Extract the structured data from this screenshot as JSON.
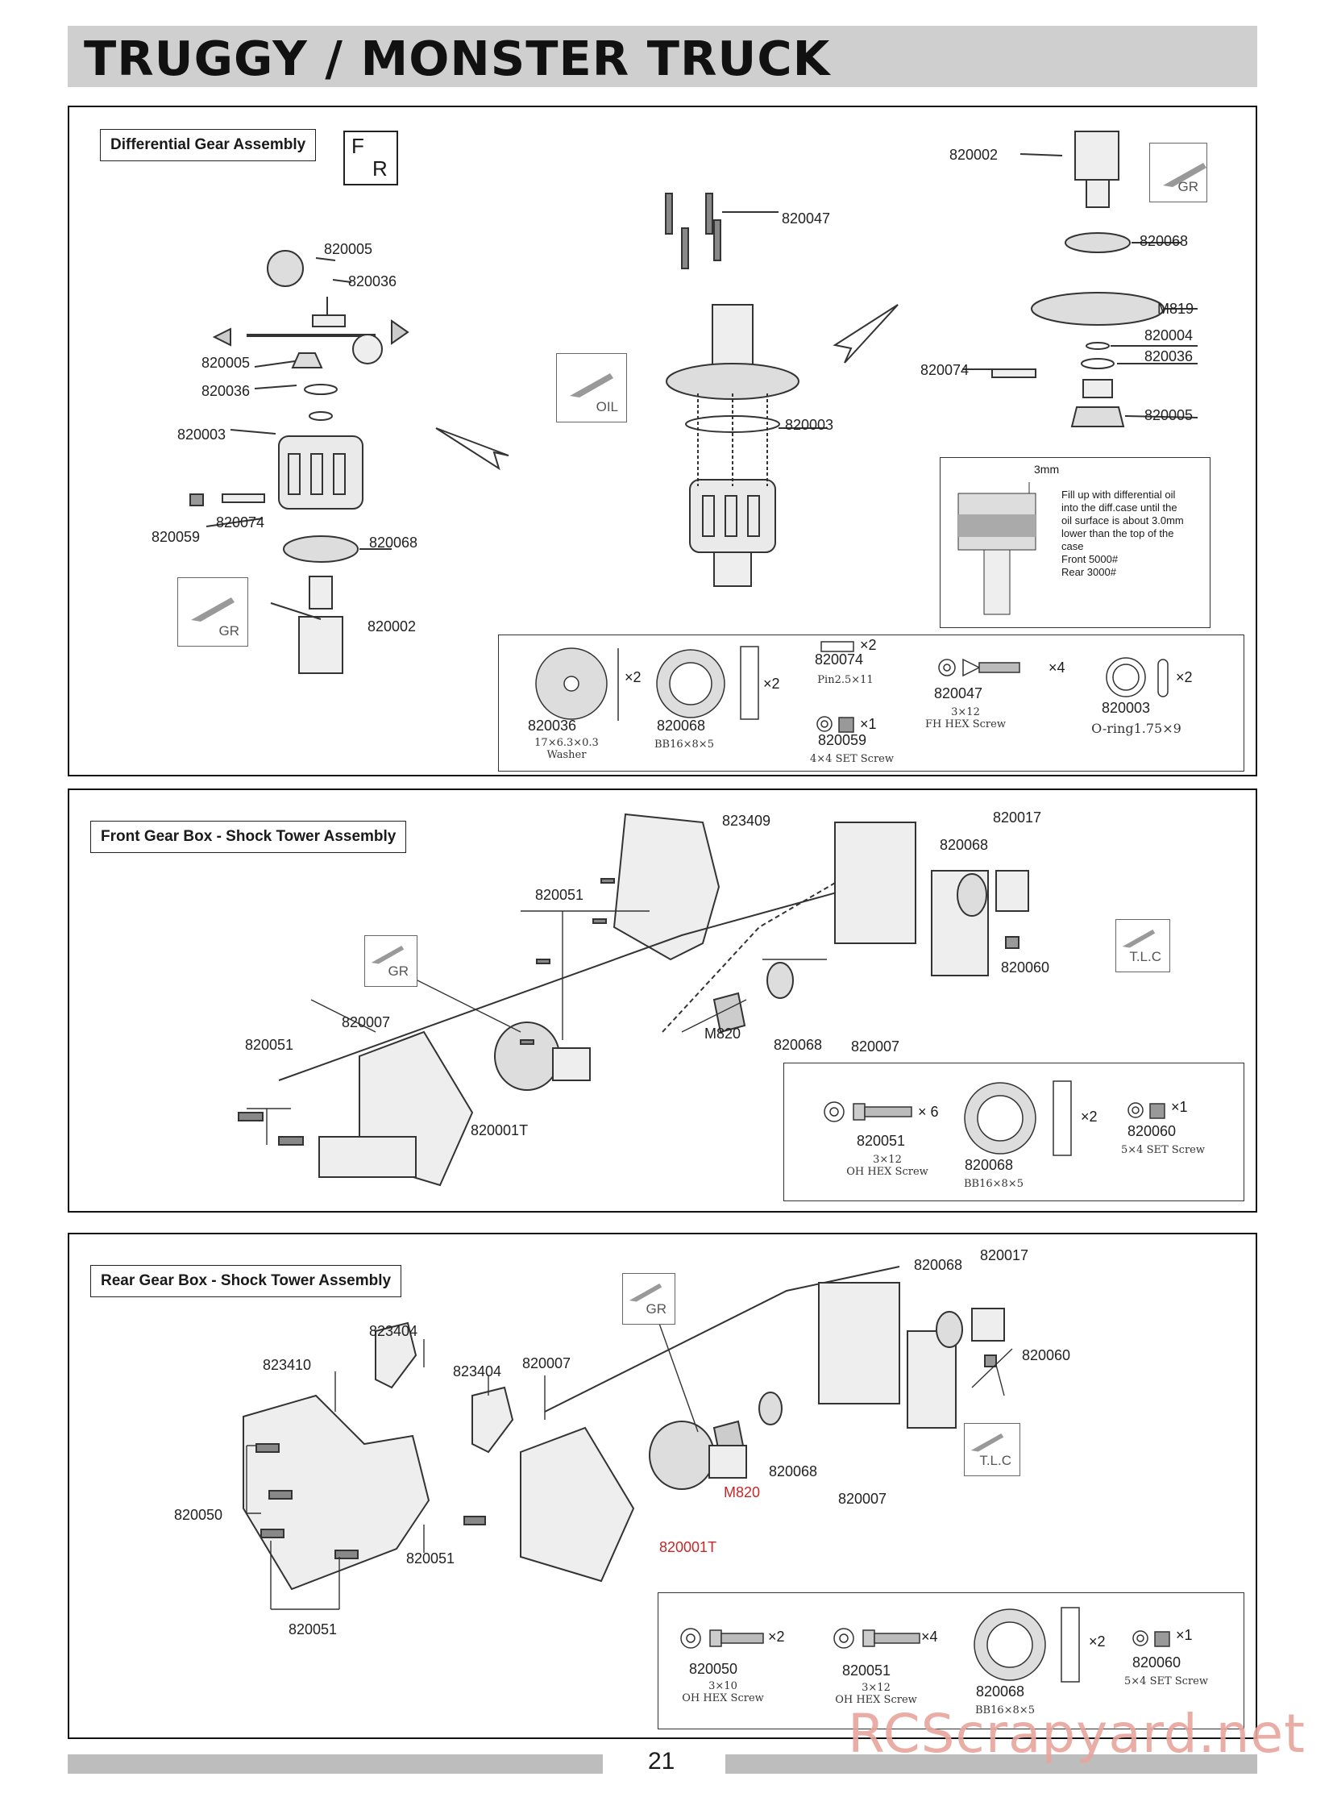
{
  "page": {
    "title": "TRUGGY / MONSTER TRUCK",
    "page_number": "21",
    "watermark": "RCScrapyard.net"
  },
  "icons": {
    "grease": "GR",
    "oil": "OIL",
    "threadlock": "T.L.C",
    "front_rear": {
      "f": "F",
      "r": "R"
    }
  },
  "diff": {
    "label": "Differential Gear Assembly",
    "labels": {
      "l1": "820005",
      "l2": "820036",
      "l3": "820005",
      "l4": "820036",
      "l5": "820003",
      "l6": "820059",
      "l7": "820074",
      "l8": "820068",
      "l9": "820002",
      "c1": "820047",
      "c2": "820003",
      "r1": "820002",
      "r2": "820068",
      "r3": "M819",
      "r4": "820004",
      "r5": "820036",
      "r6": "820074",
      "r7": "820005"
    },
    "oil_note": {
      "dimension": "3mm",
      "lines": [
        "Fill up with differential oil",
        "into the diff.case until the",
        "oil surface is about 3.0mm",
        "lower than the top of the",
        "case",
        "Front 5000#",
        "Rear 3000#"
      ]
    },
    "parts": [
      {
        "code": "820036",
        "qty": "×2",
        "spec": [
          "17×6.3×0.3",
          "Washer"
        ]
      },
      {
        "code": "820068",
        "qty": "×2",
        "spec": [
          "BB16×8×5"
        ]
      },
      {
        "code": "820074",
        "qty": "×2",
        "spec": [
          "Pin2.5×11"
        ]
      },
      {
        "code": "820059",
        "qty": "×1",
        "spec": [
          "4×4 SET Screw"
        ]
      },
      {
        "code": "820047",
        "qty": "×4",
        "spec": [
          "3×12",
          "FH HEX Screw"
        ]
      },
      {
        "code": "820003",
        "qty": "×2",
        "spec": [
          "O-ring1.75×9"
        ]
      }
    ]
  },
  "front": {
    "label": "Front Gear Box - Shock Tower Assembly",
    "labels": {
      "a": "823409",
      "b": "820017",
      "c": "820068",
      "d": "820051",
      "e": "820060",
      "f": "820007",
      "g": "M820",
      "h": "820068",
      "i": "820007",
      "j": "820051",
      "k": "820001T"
    },
    "parts": [
      {
        "code": "820051",
        "qty": "× 6",
        "spec": [
          "3×12",
          "OH HEX Screw"
        ]
      },
      {
        "code": "820068",
        "qty": "×2",
        "spec": [
          "BB16×8×5"
        ]
      },
      {
        "code": "820060",
        "qty": "×1",
        "spec": [
          "5×4 SET Screw"
        ]
      }
    ]
  },
  "rear": {
    "label": "Rear Gear Box - Shock Tower Assembly",
    "labels": {
      "a": "820068",
      "b": "820017",
      "c": "820060",
      "d": "823404",
      "e": "823410",
      "f": "823404",
      "g": "820007",
      "h": "820068",
      "i": "M820",
      "j": "820007",
      "k": "820050",
      "l": "820001T",
      "m": "820051",
      "n": "820051"
    },
    "parts": [
      {
        "code": "820050",
        "qty": "×2",
        "spec": [
          "3×10",
          "OH HEX Screw"
        ]
      },
      {
        "code": "820051",
        "qty": "×4",
        "spec": [
          "3×12",
          "OH HEX Screw"
        ]
      },
      {
        "code": "820068",
        "qty": "×2",
        "spec": [
          "BB16×8×5"
        ]
      },
      {
        "code": "820060",
        "qty": "×1",
        "spec": [
          "5×4 SET Screw"
        ]
      }
    ]
  }
}
